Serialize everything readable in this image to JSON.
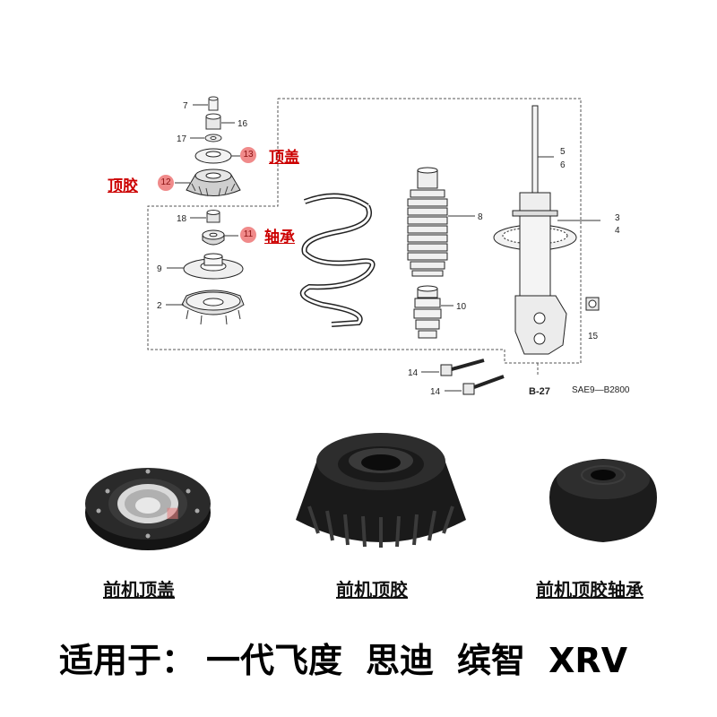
{
  "diagram": {
    "part_numbers": [
      "7",
      "16",
      "17",
      "13",
      "12",
      "18",
      "11",
      "9",
      "2",
      "5",
      "6",
      "8",
      "3",
      "4",
      "10",
      "15",
      "14",
      "14"
    ],
    "highlighted": [
      {
        "number": "13",
        "label": "顶盖"
      },
      {
        "number": "12",
        "label": "顶胶"
      },
      {
        "number": "11",
        "label": "轴承"
      }
    ],
    "ref_code": "SAE9—B2800",
    "section_ref": "B-27"
  },
  "products": [
    {
      "caption": "前机顶盖"
    },
    {
      "caption": "前机顶胶"
    },
    {
      "caption": "前机顶胶轴承"
    }
  ],
  "applicable": {
    "prefix": "适用于：",
    "models": [
      "一代飞度",
      "思迪",
      "缤智",
      "XRV"
    ]
  },
  "colors": {
    "highlight_red": "#cc0000",
    "badge": "#f08a8a",
    "rubber": "#1e1e1e"
  }
}
